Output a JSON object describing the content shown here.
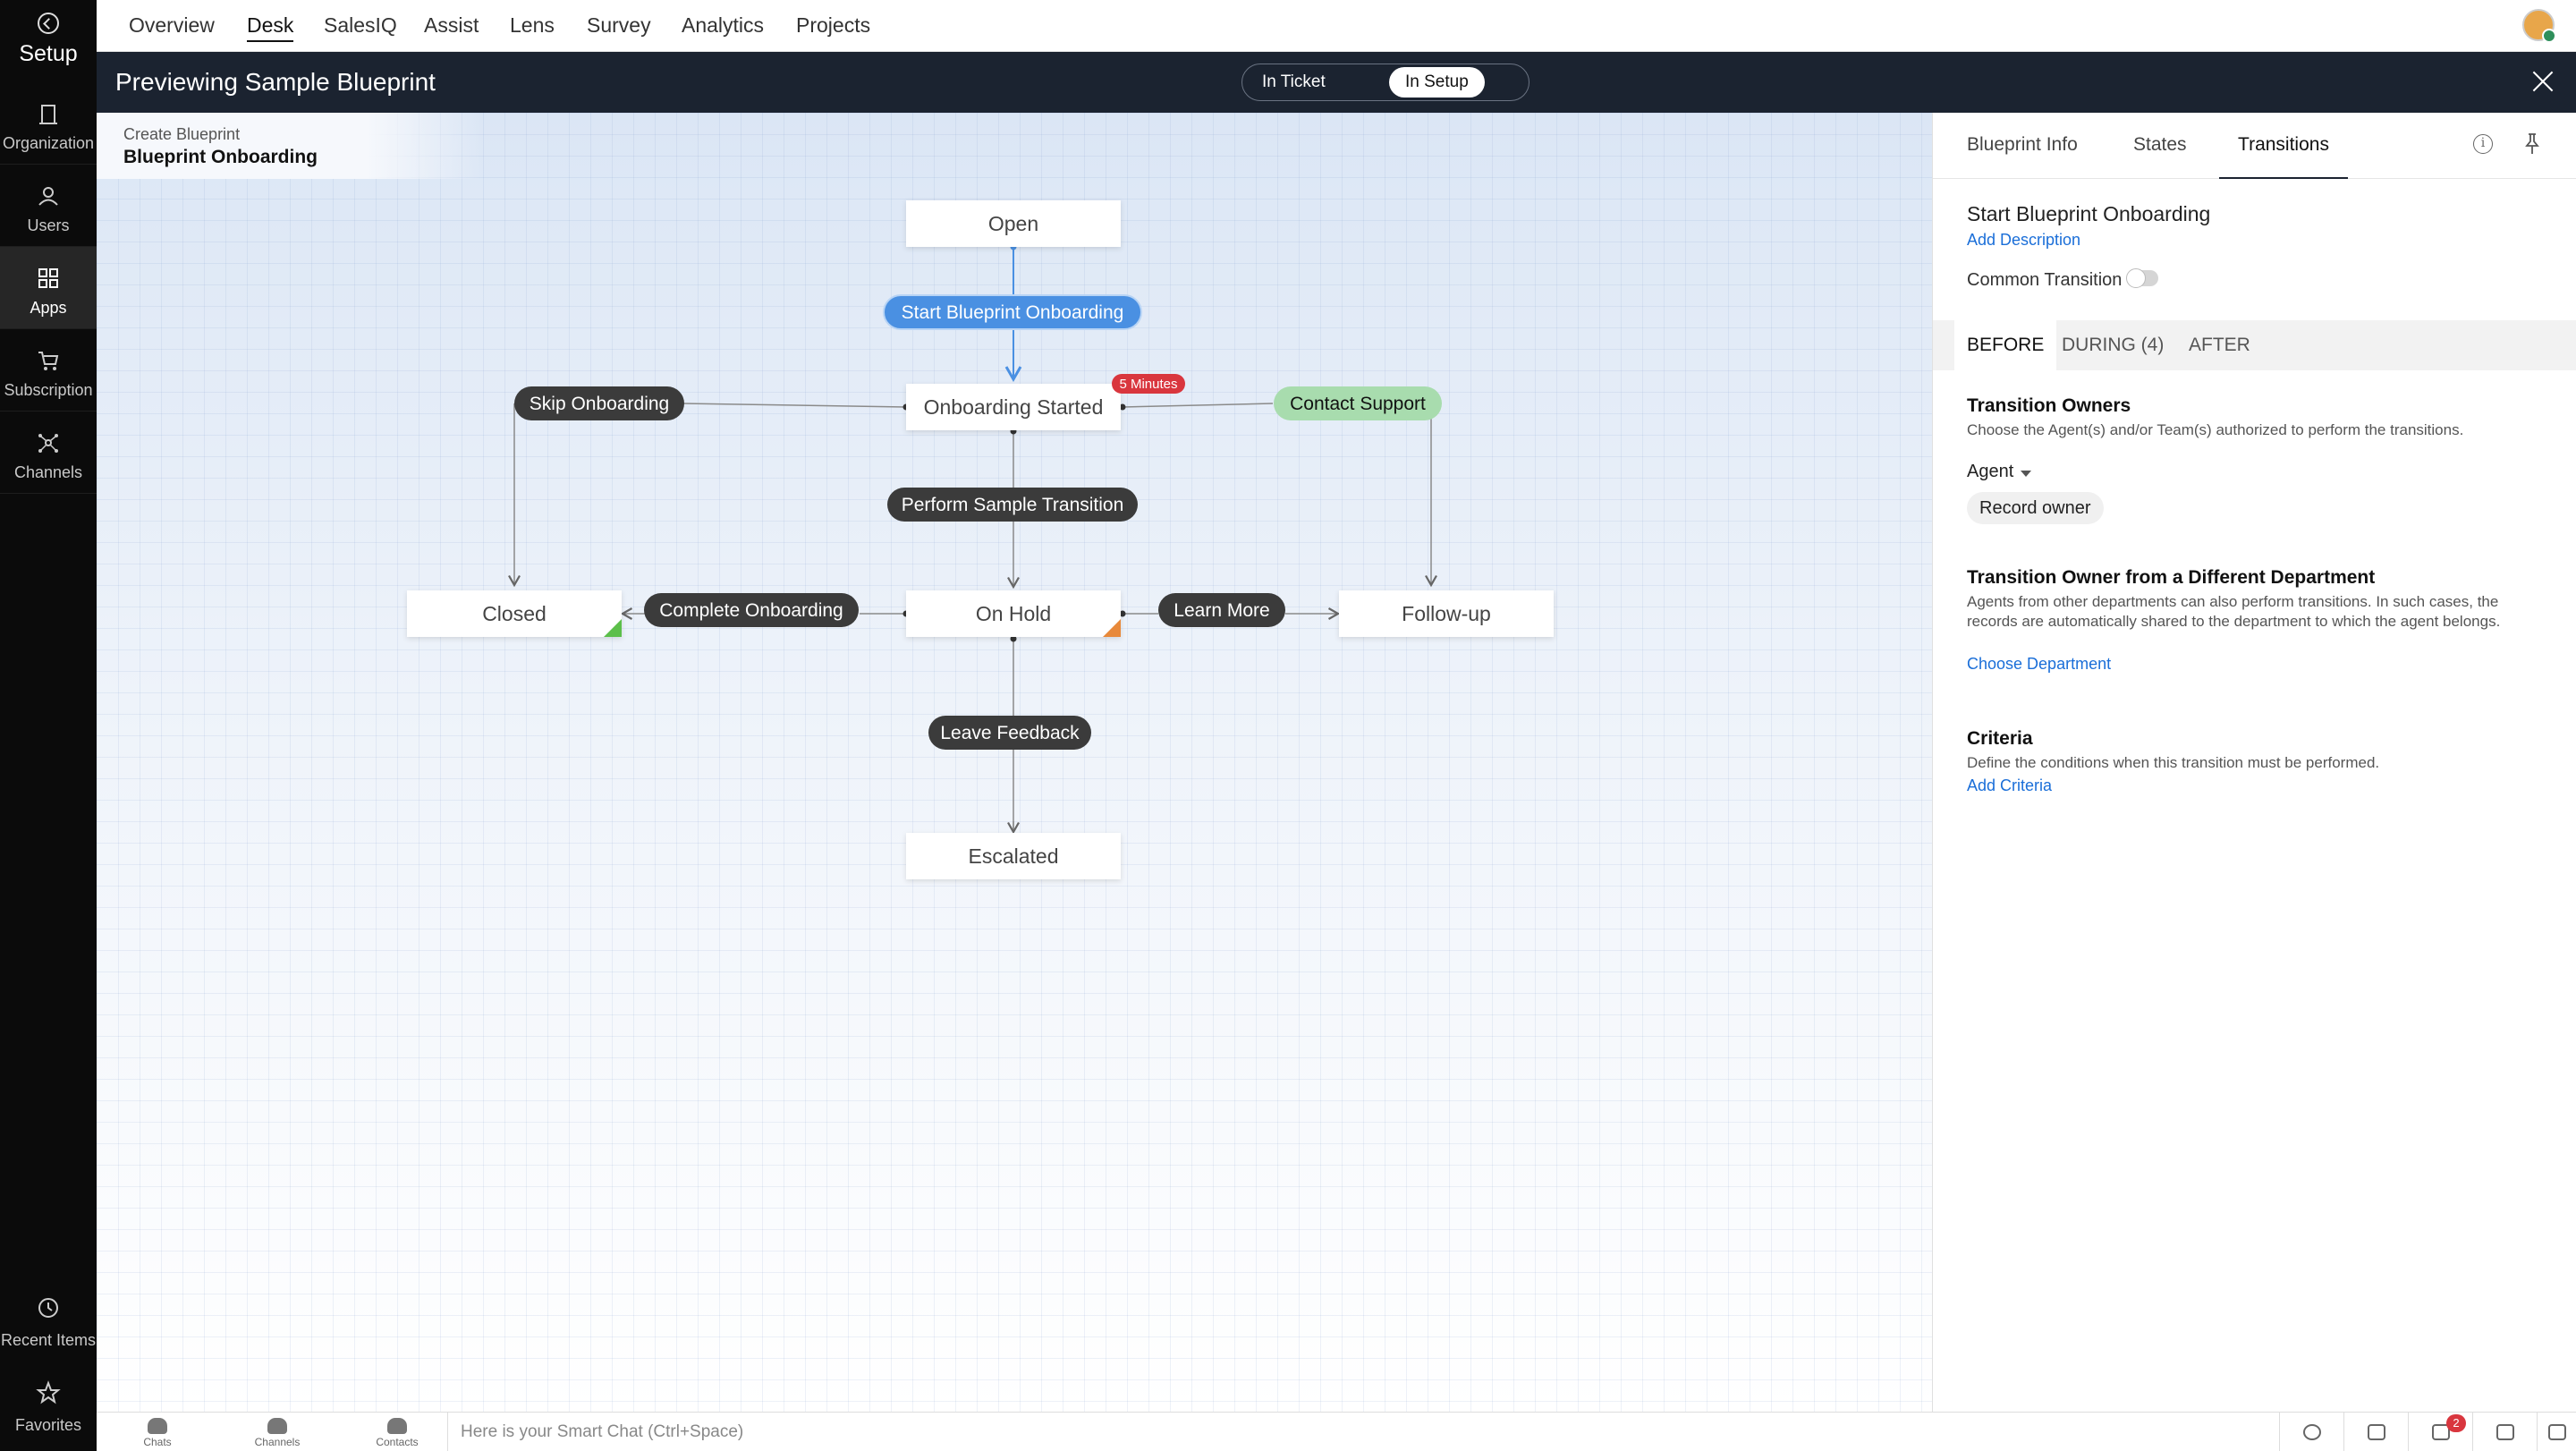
{
  "sidebar": {
    "setup_label": "Setup",
    "items": [
      {
        "label": "Organization",
        "icon": "building-icon"
      },
      {
        "label": "Users",
        "icon": "users-icon"
      },
      {
        "label": "Apps",
        "icon": "apps-grid-icon"
      },
      {
        "label": "Subscription",
        "icon": "cart-icon"
      },
      {
        "label": "Channels",
        "icon": "channels-icon"
      }
    ],
    "footer": [
      {
        "label": "Recent Items",
        "icon": "history-icon"
      },
      {
        "label": "Favorites",
        "icon": "star-icon"
      }
    ]
  },
  "topnav": {
    "tabs": [
      "Overview",
      "Desk",
      "SalesIQ",
      "Assist",
      "Lens",
      "Survey",
      "Analytics",
      "Projects"
    ],
    "active": "Desk"
  },
  "preview": {
    "title": "Previewing Sample Blueprint",
    "toggle": {
      "in_ticket": "In Ticket",
      "in_setup": "In Setup",
      "selected": "In Setup"
    }
  },
  "breadcrumb": {
    "parent": "Create Blueprint",
    "current": "Blueprint Onboarding"
  },
  "blueprint": {
    "states": {
      "open": "Open",
      "onboarding_started": "Onboarding Started",
      "closed": "Closed",
      "on_hold": "On Hold",
      "follow_up": "Follow-up",
      "escalated": "Escalated"
    },
    "transitions": {
      "start": "Start Blueprint Onboarding",
      "skip": "Skip Onboarding",
      "contact": "Contact Support",
      "perform": "Perform Sample Transition",
      "complete": "Complete Onboarding",
      "learn": "Learn More",
      "feedback": "Leave Feedback"
    },
    "sla_badge": "5 Minutes",
    "colors": {
      "active": "#4a90e2",
      "green": "#a8dcae",
      "dark": "#3b3b3b",
      "sla": "#d9363e",
      "closed_corner": "#5cbf4a",
      "hold_corner": "#e8893a"
    }
  },
  "panel": {
    "tabs": [
      "Blueprint Info",
      "States",
      "Transitions"
    ],
    "active_tab": "Transitions",
    "transition_title": "Start Blueprint Onboarding",
    "add_description": "Add Description",
    "common_transition": "Common Transition",
    "phases": [
      "BEFORE",
      "DURING (4)",
      "AFTER"
    ],
    "active_phase": "BEFORE",
    "owners_title": "Transition Owners",
    "owners_desc": "Choose the Agent(s) and/or Team(s) authorized to perform the transitions.",
    "agent_label": "Agent",
    "agent_chip": "Record owner",
    "dept_title": "Transition Owner from a Different Department",
    "dept_desc": "Agents from other departments can also perform transitions. In such cases, the records are automatically shared to the department to which the agent belongs.",
    "dept_link": "Choose Department",
    "criteria_title": "Criteria",
    "criteria_desc": "Define the conditions when this transition must be performed.",
    "criteria_link": "Add Criteria"
  },
  "bottombar": {
    "items": [
      "Chats",
      "Channels",
      "Contacts"
    ],
    "smart_chat_placeholder": "Here is your Smart Chat (Ctrl+Space)",
    "notification_count": "2"
  }
}
